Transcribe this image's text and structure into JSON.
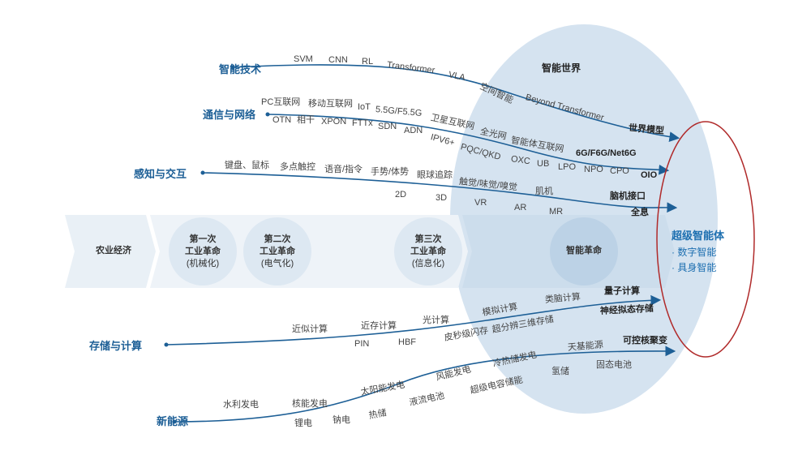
{
  "world_label": "智能世界",
  "categories": {
    "ai": "智能技术",
    "comm": "通信与网络",
    "sense": "感知与交互",
    "compute": "存储与计算",
    "energy": "新能源"
  },
  "ai": {
    "items": [
      "SVM",
      "CNN",
      "RL",
      "Transformer",
      "VLA",
      "空间智能",
      "Beyond Transformer"
    ],
    "end": "世界模型"
  },
  "comm": {
    "top": [
      "PC互联网",
      "移动互联网",
      "IoT",
      "5.5G/F5.5G",
      "卫星互联网",
      "全光网",
      "智能体互联网"
    ],
    "top_end": "6G/F6G/Net6G",
    "bottom": [
      "OTN",
      "相干",
      "XPON",
      "FTTx",
      "SDN",
      "ADN",
      "IPV6+",
      "PQC/QKD",
      "OXC",
      "UB",
      "LPO",
      "NPO",
      "CPO"
    ],
    "bottom_end": "OIO"
  },
  "sense": {
    "top": [
      "键盘、鼠标",
      "多点触控",
      "语音/指令",
      "手势/体势",
      "眼球追踪",
      "触觉/味觉/嗅觉",
      "肌机"
    ],
    "top_end": "脑机接口",
    "bottom": [
      "2D",
      "3D",
      "VR",
      "AR",
      "MR"
    ],
    "bottom_end": "全息"
  },
  "band": {
    "s0": "农业经济",
    "s1": [
      "第一次",
      "工业革命",
      "(机械化)"
    ],
    "s2": [
      "第二次",
      "工业革命",
      "(电气化)"
    ],
    "s3": [
      "第三次",
      "工业革命",
      "(信息化)"
    ],
    "s4": "智能革命"
  },
  "super": {
    "title": "超级智能体",
    "items": [
      "· 数字智能",
      "· 具身智能"
    ]
  },
  "compute": {
    "top": [
      "近似计算",
      "近存计算",
      "光计算",
      "模拟计算",
      "类脑计算"
    ],
    "top_end": "量子计算",
    "bottom": [
      "PIN",
      "HBF",
      "皮秒级闪存",
      "超分辨三维存储"
    ],
    "bottom_end": "神经拟态存储"
  },
  "energy": {
    "top": [
      "水利发电",
      "核能发电",
      "太阳能发电",
      "风能发电",
      "冷热储发电",
      "天基能源"
    ],
    "top_end": "可控核聚变",
    "bottom": [
      "锂电",
      "钠电",
      "热储",
      "液流电池",
      "超级电容储能",
      "氢储",
      "固态电池"
    ]
  },
  "colors": {
    "line": "#1d5f96",
    "bubble": "#d5e3f0",
    "red": "#b02a2a",
    "band": "#e9f0f6"
  }
}
